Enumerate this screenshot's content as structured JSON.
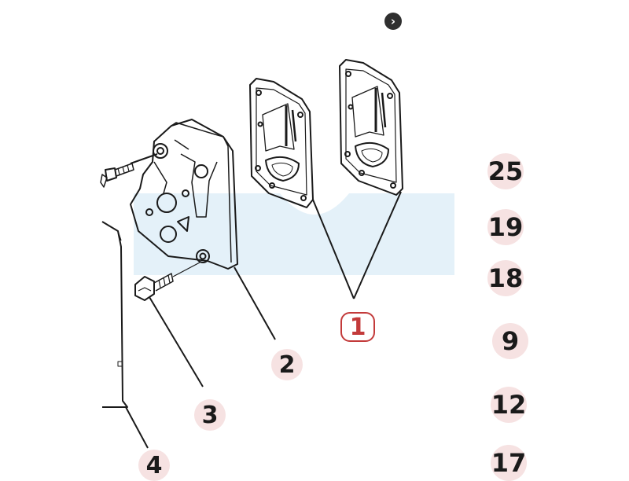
{
  "nav": {
    "icon": "chevron-right-icon",
    "glyph": "›"
  },
  "callouts": [
    {
      "id": "part-1",
      "label": "1",
      "selected": true
    },
    {
      "id": "part-2",
      "label": "2",
      "selected": false
    },
    {
      "id": "part-3",
      "label": "3",
      "selected": false
    },
    {
      "id": "part-4",
      "label": "4",
      "selected": false
    }
  ],
  "side_numbers": [
    "25",
    "19",
    "18",
    "9",
    "12",
    "17"
  ],
  "colors": {
    "highlight": "#f6e2e2",
    "selected_border": "#c33a3a",
    "line": "#1a1a1a",
    "watermark": "#e4f1f9"
  }
}
